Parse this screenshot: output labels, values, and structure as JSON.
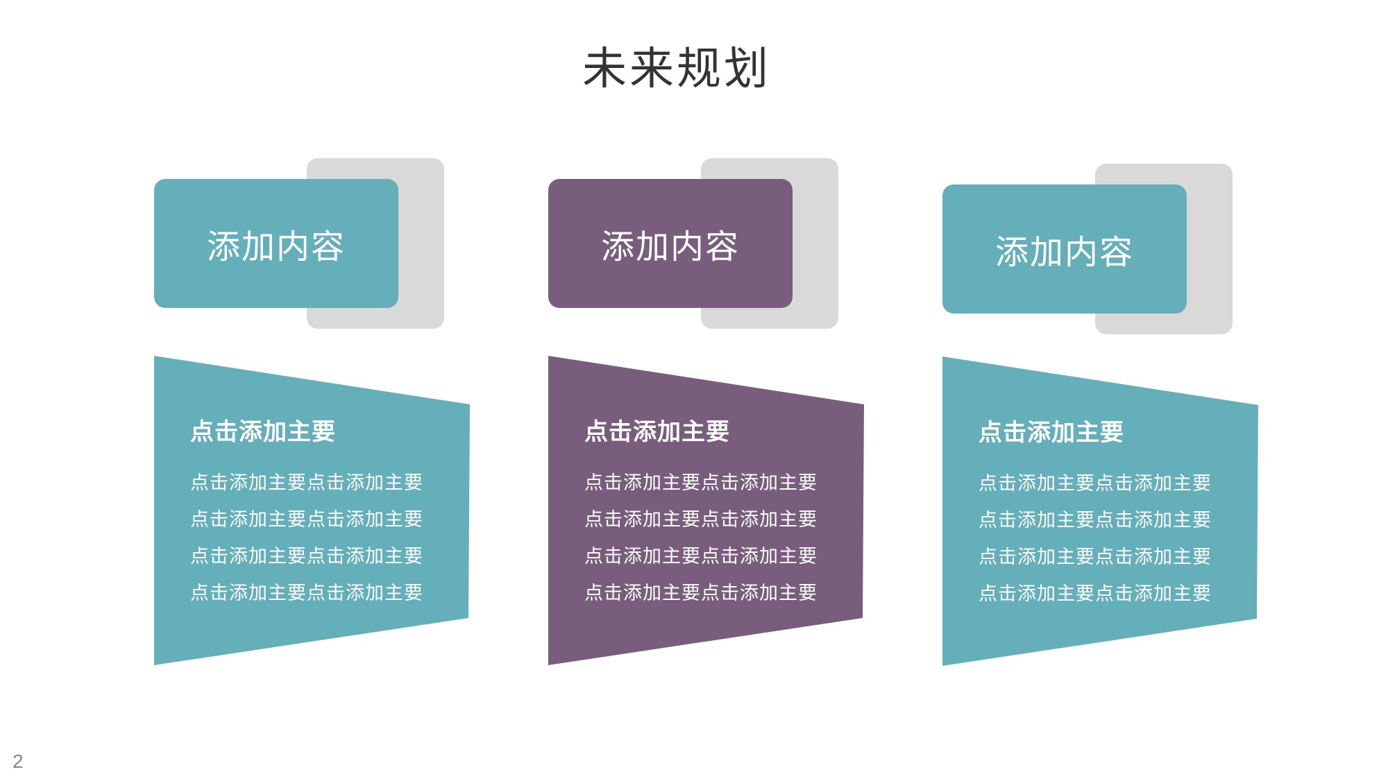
{
  "title": "未来规划",
  "colors": {
    "teal": "#64afba",
    "purple": "#795d7d",
    "gray": "#d9d9d9"
  },
  "cards": [
    {
      "head": "添加内容",
      "heading": "点击添加主要",
      "lines": [
        "点击添加主要点击添加主要",
        "点击添加主要点击添加主要",
        "点击添加主要点击添加主要",
        "点击添加主要点击添加主要"
      ]
    },
    {
      "head": "添加内容",
      "heading": "点击添加主要",
      "lines": [
        "点击添加主要点击添加主要",
        "点击添加主要点击添加主要",
        "点击添加主要点击添加主要",
        "点击添加主要点击添加主要"
      ]
    },
    {
      "head": "添加内容",
      "heading": "点击添加主要",
      "lines": [
        "点击添加主要点击添加主要",
        "点击添加主要点击添加主要",
        "点击添加主要点击添加主要",
        "点击添加主要点击添加主要"
      ]
    }
  ],
  "page_number": "2"
}
